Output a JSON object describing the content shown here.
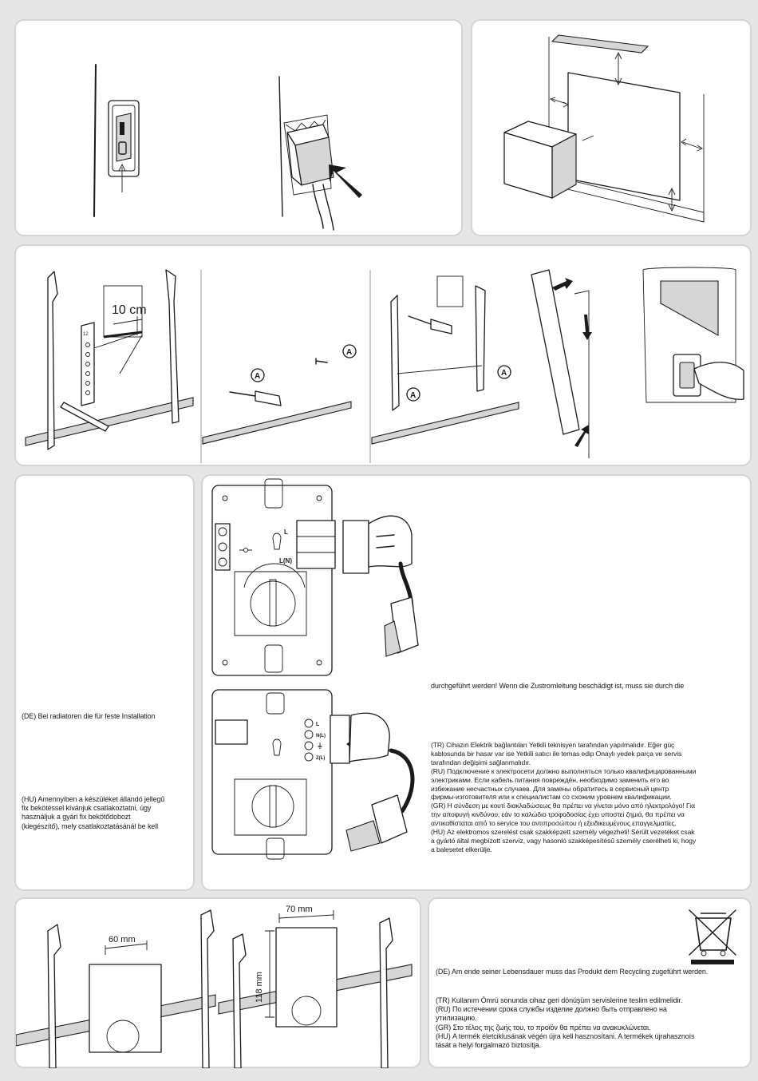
{
  "fig1": {
    "ten_cm": "10 cm",
    "callout_a": "A",
    "ruler_number": "12"
  },
  "fig2": {
    "terminal_l": "L",
    "terminal_ln": "L(N)",
    "terminal_l2": "L",
    "terminal_nl": "N(L)",
    "terminal_earth": "⏚",
    "terminal_zl": "Z(L)"
  },
  "fig3": {
    "dim_60": "60 mm",
    "dim_70": "70 mm",
    "dim_118": "118 mm"
  },
  "text": {
    "de_fixed": "(DE) Bei radiatoren die für feste Installation",
    "hu_fixed": "(HU) Amennyiben a készüléket állandó jellegű\nfix bekötéssel kívánjuk csatlakoztatni, úgy\nhasználjuk a gyári fix bekötődobozt\n(kiegészítő), mely csatlakoztatásánál be kell",
    "de_electric": "durchgeführt werden! Wenn die Zustromleitung beschädigt ist, muss sie durch die",
    "multi_electric": "(TR) Cihazın Elektrik bağlantıları Yetkili teknisyen tarafından yapılmalıdır. Eğer güç\nkablosunda bir hasar var ise Yetkili satıcı ile temas edip Onaylı yedek parça ve servis\ntarafından değişimi sağlanmalıdır.\n(RU) Подключение к электросети должно выполняться только квалифицированными\nэлектриками. Если кабель питания повреждён, необходимо заменить его во\nизбежание несчастных случаев. Для замены обратитесь в сервисный центр\nфирмы-изготовителя или к специалистам со схожим уровнем квалификации.\n(GR) Η σύνδεση με κουτί διακλαδώσεως θα πρέπει να γίνεται μόνο από ηλεκτρολόγο! Για\nτην αποφυγή κινδύνου, εάν το καλώδιο τροφοδοσίας έχει υποστεί ζημιά, θα πρέπει να\nαντικαθίσταται από το service του αντιπροσώπου ή εξειδικευμένους επαγγελματίες.\n(HU) Az elektromos szerelést csak szakképzett személy végezheti! Sérült vezetéket csak\na gyártó által megbízott szervíz, vagy hasonló szakképesítésű személy cserélheti ki, hogy\na balesetet elkerülje.",
    "de_recycling": "(DE) Am ende seiner Lebensdauer muss das Produkt dem Recycling zugeführt werden.",
    "multi_recycling": "(TR) Kullanım Ömrü sonunda cihaz geri dönüşüm servislerine teslim edilmelidir.\n(RU) По истечении срока службы изделие должно быть отправлено на\nутилизацию.\n(GR) Στο τέλος της ζωής του, το προϊόν θα πρέπει να ανακυκλώνεται.\n(HU) A termék életciklusának végén újra kell hasznosítani. A termékek újrahasznoís\ntását a helyi forgalmazó biztosítja."
  },
  "icons": [
    "switch-icon",
    "plug-arrow-icon",
    "clearance-icon",
    "screwdriver-icon",
    "hand-press-icon",
    "plug-icon",
    "weee-bin-icon"
  ]
}
